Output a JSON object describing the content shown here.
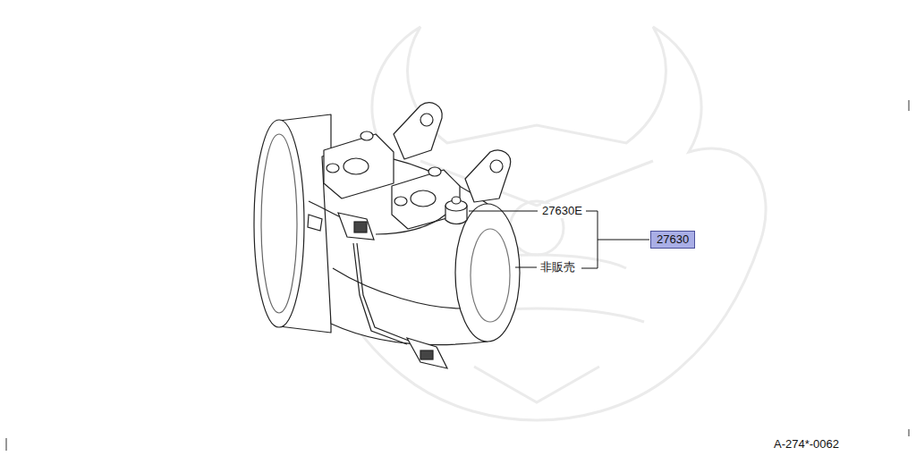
{
  "diagram": {
    "nodes": [
      {
        "text": [
          "27630"
        ]
      }
    ],
    "labels": [
      "27630E",
      "非販売",
      "A-274*-0062"
    ]
  }
}
